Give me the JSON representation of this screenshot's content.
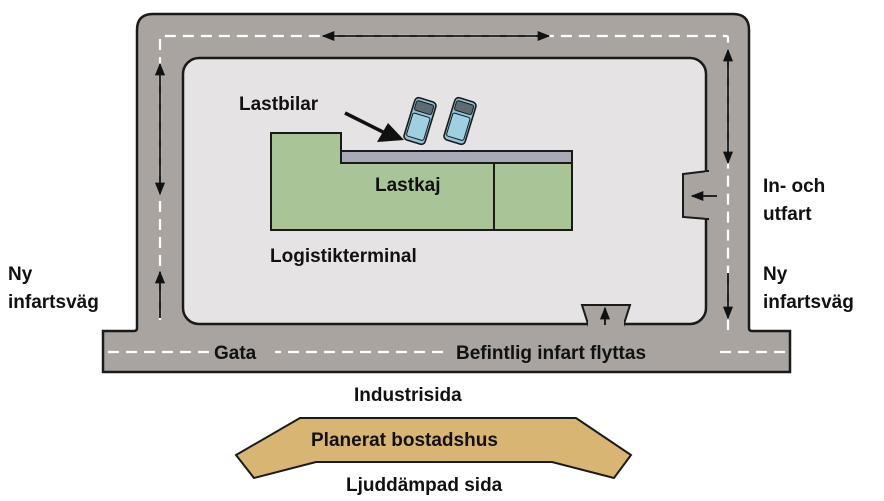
{
  "labels": {
    "trucks": "Lastbilar",
    "loading_dock": "Lastkaj",
    "terminal": "Logistikterminal",
    "entrance_exit_line1": "In- och",
    "entrance_exit_line2": "utfart",
    "new_road_left_line1": "Ny",
    "new_road_left_line2": "infartsväg",
    "new_road_right_line1": "Ny",
    "new_road_right_line2": "infartsväg",
    "street": "Gata",
    "existing_entrance_moved": "Befintlig infart flyttas",
    "industry_side": "Industrisida",
    "planned_housing": "Planerat bostadshus",
    "quiet_side": "Ljuddämpad sida"
  },
  "colors": {
    "road": "#a9a49f",
    "road_edge": "#1a1a1a",
    "lot": "#e6e3e5",
    "building": "#a9c497",
    "dock": "#a8abb6",
    "housing": "#d9b573",
    "truck": "#8fc4d8",
    "lane_marking": "#ffffff"
  }
}
